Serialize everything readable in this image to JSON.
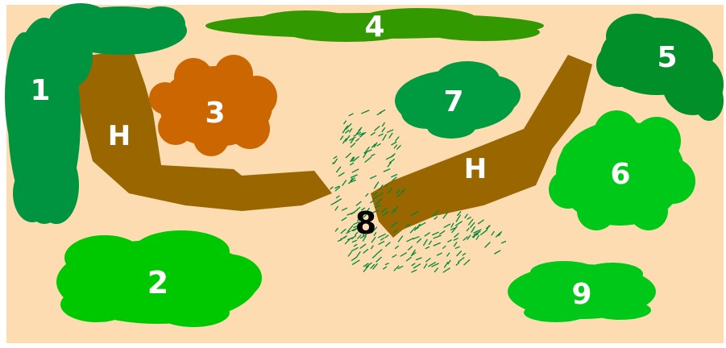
{
  "colors": {
    "ground": "#FCDCB0",
    "path": "#996600",
    "bush1": "#009440",
    "bush2": "#00C800",
    "bush3": "#CC6600",
    "bush4": "#339900",
    "bush5": "#008F28",
    "bush6": "#00C818",
    "bush7": "#009A40",
    "bush9": "#00C818",
    "grass": "#00883A",
    "label_light": "#FFFFFF",
    "label_dark": "#000000"
  },
  "labels": {
    "bush1": "1",
    "bush2": "2",
    "bush3": "3",
    "bush4": "4",
    "bush5": "5",
    "bush6": "6",
    "bush7": "7",
    "grass8": "8",
    "bush9": "9",
    "path_left": "H",
    "path_right": "H"
  }
}
